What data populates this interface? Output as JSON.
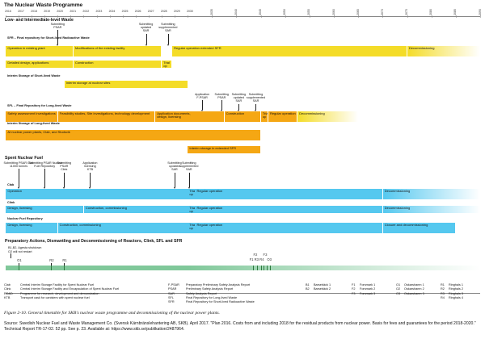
{
  "title": "The Nuclear Waste Programme",
  "years": [
    2016,
    2017,
    2018,
    2019,
    2020,
    2021,
    2022,
    2023,
    2024,
    2025,
    2026,
    2027,
    2028,
    2029,
    2030,
    2035,
    2040,
    2045,
    2050,
    2055,
    2060,
    2065,
    2070,
    2075,
    2080,
    2085,
    2090
  ],
  "chart_data": {
    "type": "table",
    "title": "The Nuclear Waste Programme",
    "sections": [
      {
        "id": "llw",
        "label": "Low- and Intermediate-level Waste",
        "groups": [
          {
            "id": "sfr",
            "label": "SFR – Final repository for Short-lived Radioactive Waste",
            "milestones": [
              {
                "label": "Submitting PSAR",
                "year": 2020
              },
              {
                "label": "Submitting updated SAR",
                "year": 2026.8
              },
              {
                "label": "Submitting supplemented SAR",
                "year": 2028.5
              }
            ],
            "rows": [
              [
                {
                  "label": "Operation in existing plant",
                  "start": 2016,
                  "end": 2021.2,
                  "color": "yellow"
                },
                {
                  "label": "Modifications of the existing facility",
                  "start": 2021.2,
                  "end": 2028,
                  "color": "yellow"
                },
                {
                  "label": "Regular operation extended SFR",
                  "start": 2028.8,
                  "end": 2075,
                  "color": "yellow"
                },
                {
                  "label": "Decommissioning",
                  "start": 2075,
                  "end": 2090,
                  "color": "grad"
                }
              ],
              [
                {
                  "label": "Detailed design, applications",
                  "start": 2016,
                  "end": 2021.2,
                  "color": "yellow"
                },
                {
                  "label": "Construction",
                  "start": 2021.2,
                  "end": 2028,
                  "color": "yellow"
                },
                {
                  "label": "Trial op",
                  "start": 2028,
                  "end": 2028.8,
                  "color": "yellow"
                }
              ]
            ]
          },
          {
            "id": "slw",
            "label": "Interim Storage of Short-lived Waste",
            "milestones": [],
            "rows": [
              [
                {
                  "label": "Interim storage at nuclear sites",
                  "start": 2020.5,
                  "end": 2030,
                  "color": "yellow"
                }
              ]
            ]
          },
          {
            "id": "sfl",
            "label": "SFL – Final Repository for Long-lived Waste",
            "milestones": [
              {
                "label": "Application F-PSAR",
                "year": 2033
              },
              {
                "label": "Submitting PSAR",
                "year": 2037
              },
              {
                "label": "Submitting updated SAR",
                "year": 2040.5
              },
              {
                "label": "Submitting supplemented SAR",
                "year": 2044
              }
            ],
            "rows": [
              [
                {
                  "label": "Safety assessment Investigations",
                  "start": 2016,
                  "end": 2020,
                  "color": "orange"
                },
                {
                  "label": "Feasibility studies, Site investigations, technology development",
                  "start": 2020,
                  "end": 2027.5,
                  "color": "orange"
                },
                {
                  "label": "Application documents, design, licensing",
                  "start": 2027.5,
                  "end": 2037.5,
                  "color": "orange"
                },
                {
                  "label": "Construction",
                  "start": 2037.5,
                  "end": 2045,
                  "color": "orange"
                },
                {
                  "label": "Trial op",
                  "start": 2045,
                  "end": 2046.5,
                  "color": "orange"
                },
                {
                  "label": "Regular operation",
                  "start": 2046.5,
                  "end": 2052.5,
                  "color": "orange"
                },
                {
                  "label": "Decommissioning",
                  "start": 2052.5,
                  "end": 2065,
                  "color": "grad"
                }
              ]
            ]
          },
          {
            "id": "llws",
            "label": "Interim Storage of Long-lived Waste",
            "milestones": [],
            "rows": [
              [
                {
                  "label": "At nuclear power plants, Clab, and Studsvik",
                  "start": 2016,
                  "end": 2045,
                  "color": "orange"
                }
              ],
              [
                {
                  "label": "Interim storage in extended SFR",
                  "start": 2030,
                  "end": 2045,
                  "color": "orange"
                }
              ]
            ]
          }
        ]
      },
      {
        "id": "snf",
        "label": "Spent Nuclear Fuel",
        "groups": [
          {
            "id": "clab",
            "label": "Clab",
            "milestones": [
              {
                "label": "Submitting PSAR Clab 11000 tonnes",
                "year": 2017
              },
              {
                "label": "Submitting PSAR Nuclear Fuel Repository",
                "year": 2019
              },
              {
                "label": "Submitting PSAR Clink",
                "year": 2020.5
              },
              {
                "label": "Application licensing KTB",
                "year": 2022.5
              },
              {
                "label": "Submitting updated SAR",
                "year": 2029
              },
              {
                "label": "Submitting supplemented SAR",
                "year": 2030.3
              }
            ],
            "rows": [
              [
                {
                  "label": "Operation",
                  "start": 2016,
                  "end": 2030,
                  "color": "blue"
                },
                {
                  "label": "Trial op",
                  "start": 2030,
                  "end": 2031.5,
                  "color": "blue"
                },
                {
                  "label": "Regular operation",
                  "start": 2031.5,
                  "end": 2070,
                  "color": "blue"
                },
                {
                  "label": "Decommissioning",
                  "start": 2070,
                  "end": 2090,
                  "color": "gradb"
                }
              ]
            ]
          },
          {
            "id": "clink",
            "label": "Clink",
            "milestones": [],
            "rows": [
              [
                {
                  "label": "Design, licensing",
                  "start": 2016,
                  "end": 2022,
                  "color": "blue"
                },
                {
                  "label": "Construction, commissioning",
                  "start": 2022,
                  "end": 2030,
                  "color": "blue"
                },
                {
                  "label": "Trial op",
                  "start": 2030,
                  "end": 2031.5,
                  "color": "blue"
                },
                {
                  "label": "Regular operation",
                  "start": 2031.5,
                  "end": 2070,
                  "color": "blue"
                },
                {
                  "label": "Decommissioning",
                  "start": 2070,
                  "end": 2090,
                  "color": "gradb"
                }
              ]
            ]
          },
          {
            "id": "nfr",
            "label": "Nuclear Fuel Repository",
            "milestones": [],
            "rows": [
              [
                {
                  "label": "Design, licensing",
                  "start": 2016,
                  "end": 2020,
                  "color": "blue"
                },
                {
                  "label": "Construction, commissioning",
                  "start": 2020,
                  "end": 2030,
                  "color": "blue"
                },
                {
                  "label": "Trial op",
                  "start": 2030,
                  "end": 2031.5,
                  "color": "blue"
                },
                {
                  "label": "Regular operation",
                  "start": 2031.5,
                  "end": 2070,
                  "color": "blue"
                },
                {
                  "label": "Closure and decommissioning",
                  "start": 2070,
                  "end": 2085,
                  "color": "blue"
                }
              ]
            ]
          }
        ]
      },
      {
        "id": "prep",
        "label": "Preparatory Actions, Dismantling and Decommissioning of Reactors, Clink, SFL and SFR",
        "groups": [
          {
            "id": "reactors",
            "label": "",
            "milestones": [],
            "notes": [
              "B1,B2, Agesta shutdown",
              "O2 will not restart"
            ],
            "ticks_left": [
              "O1",
              "R2",
              "R1"
            ],
            "ticks_right": [
              "F2",
              "F1",
              "R3",
              "R4",
              "F3",
              "O3"
            ],
            "rows": [
              [
                {
                  "label": "",
                  "start": 2016,
                  "end": 2030,
                  "color": "green"
                },
                {
                  "label": "",
                  "start": 2030,
                  "end": 2090,
                  "color": "gradg"
                }
              ]
            ]
          }
        ]
      }
    ]
  },
  "legend_left": [
    [
      "Clab",
      "Central Interim Storage Facility for Spent Nuclear Fuel"
    ],
    [
      "Clink",
      "Central Interim Storage Facility and Encapsulation of Spent Nuclear Fuel"
    ],
    [
      "RD&D",
      "Programme for research, development and demonstration"
    ],
    [
      "KTB",
      "Transport cask for canisters with spent nuclear fuel"
    ]
  ],
  "legend_mid": [
    [
      "F-PSAR",
      "Preparatory Preliminary Safety Analysis Report"
    ],
    [
      "PSAR",
      "Preliminary Safety Analysis Report"
    ],
    [
      "SAR",
      "Safety Analysis Report"
    ],
    [
      "SFL",
      "Final Repository for Long-lived Waste"
    ],
    [
      "SFR",
      "Final Repository for Short-lived Radioactive Waste"
    ]
  ],
  "legend_right": [
    [
      [
        "B1",
        "Barsebäck 1"
      ],
      [
        "F1",
        "Forsmark 1"
      ],
      [
        "O1",
        "Oskarshamn 1"
      ],
      [
        "R1",
        "Ringhals 1"
      ]
    ],
    [
      [
        "B2",
        "Barsebäck 2"
      ],
      [
        "F2",
        "Forsmark 2"
      ],
      [
        "O2",
        "Oskarshamn 2"
      ],
      [
        "R2",
        "Ringhals 2"
      ]
    ],
    [
      [
        "",
        ""
      ],
      [
        "F3",
        "Forsmark 3"
      ],
      [
        "O3",
        "Oskarshamn 3"
      ],
      [
        "R3",
        "Ringhals 3"
      ]
    ],
    [
      [
        "",
        ""
      ],
      [
        "",
        ""
      ],
      [
        "",
        ""
      ],
      [
        "R4",
        "Ringhals 4"
      ]
    ]
  ],
  "caption": "Figure 2-10. General timetable for SKB's nuclear waste programme and decommissioning of the nuclear power plants.",
  "source": "Source: Swedish Nuclear Fuel and Waste Management Co. (Svensk Kärnbränslehantering AB, SKB). April 2017. \"Plan 2016. Costs from and including 2018 for the residual products from nuclear power. Basis for fees and guarantees for the period 2018-2020.\" Technical Report TR-17-02. 52 pp. See p. 23. Available at: https://www.skb.se/publikation/2487964."
}
